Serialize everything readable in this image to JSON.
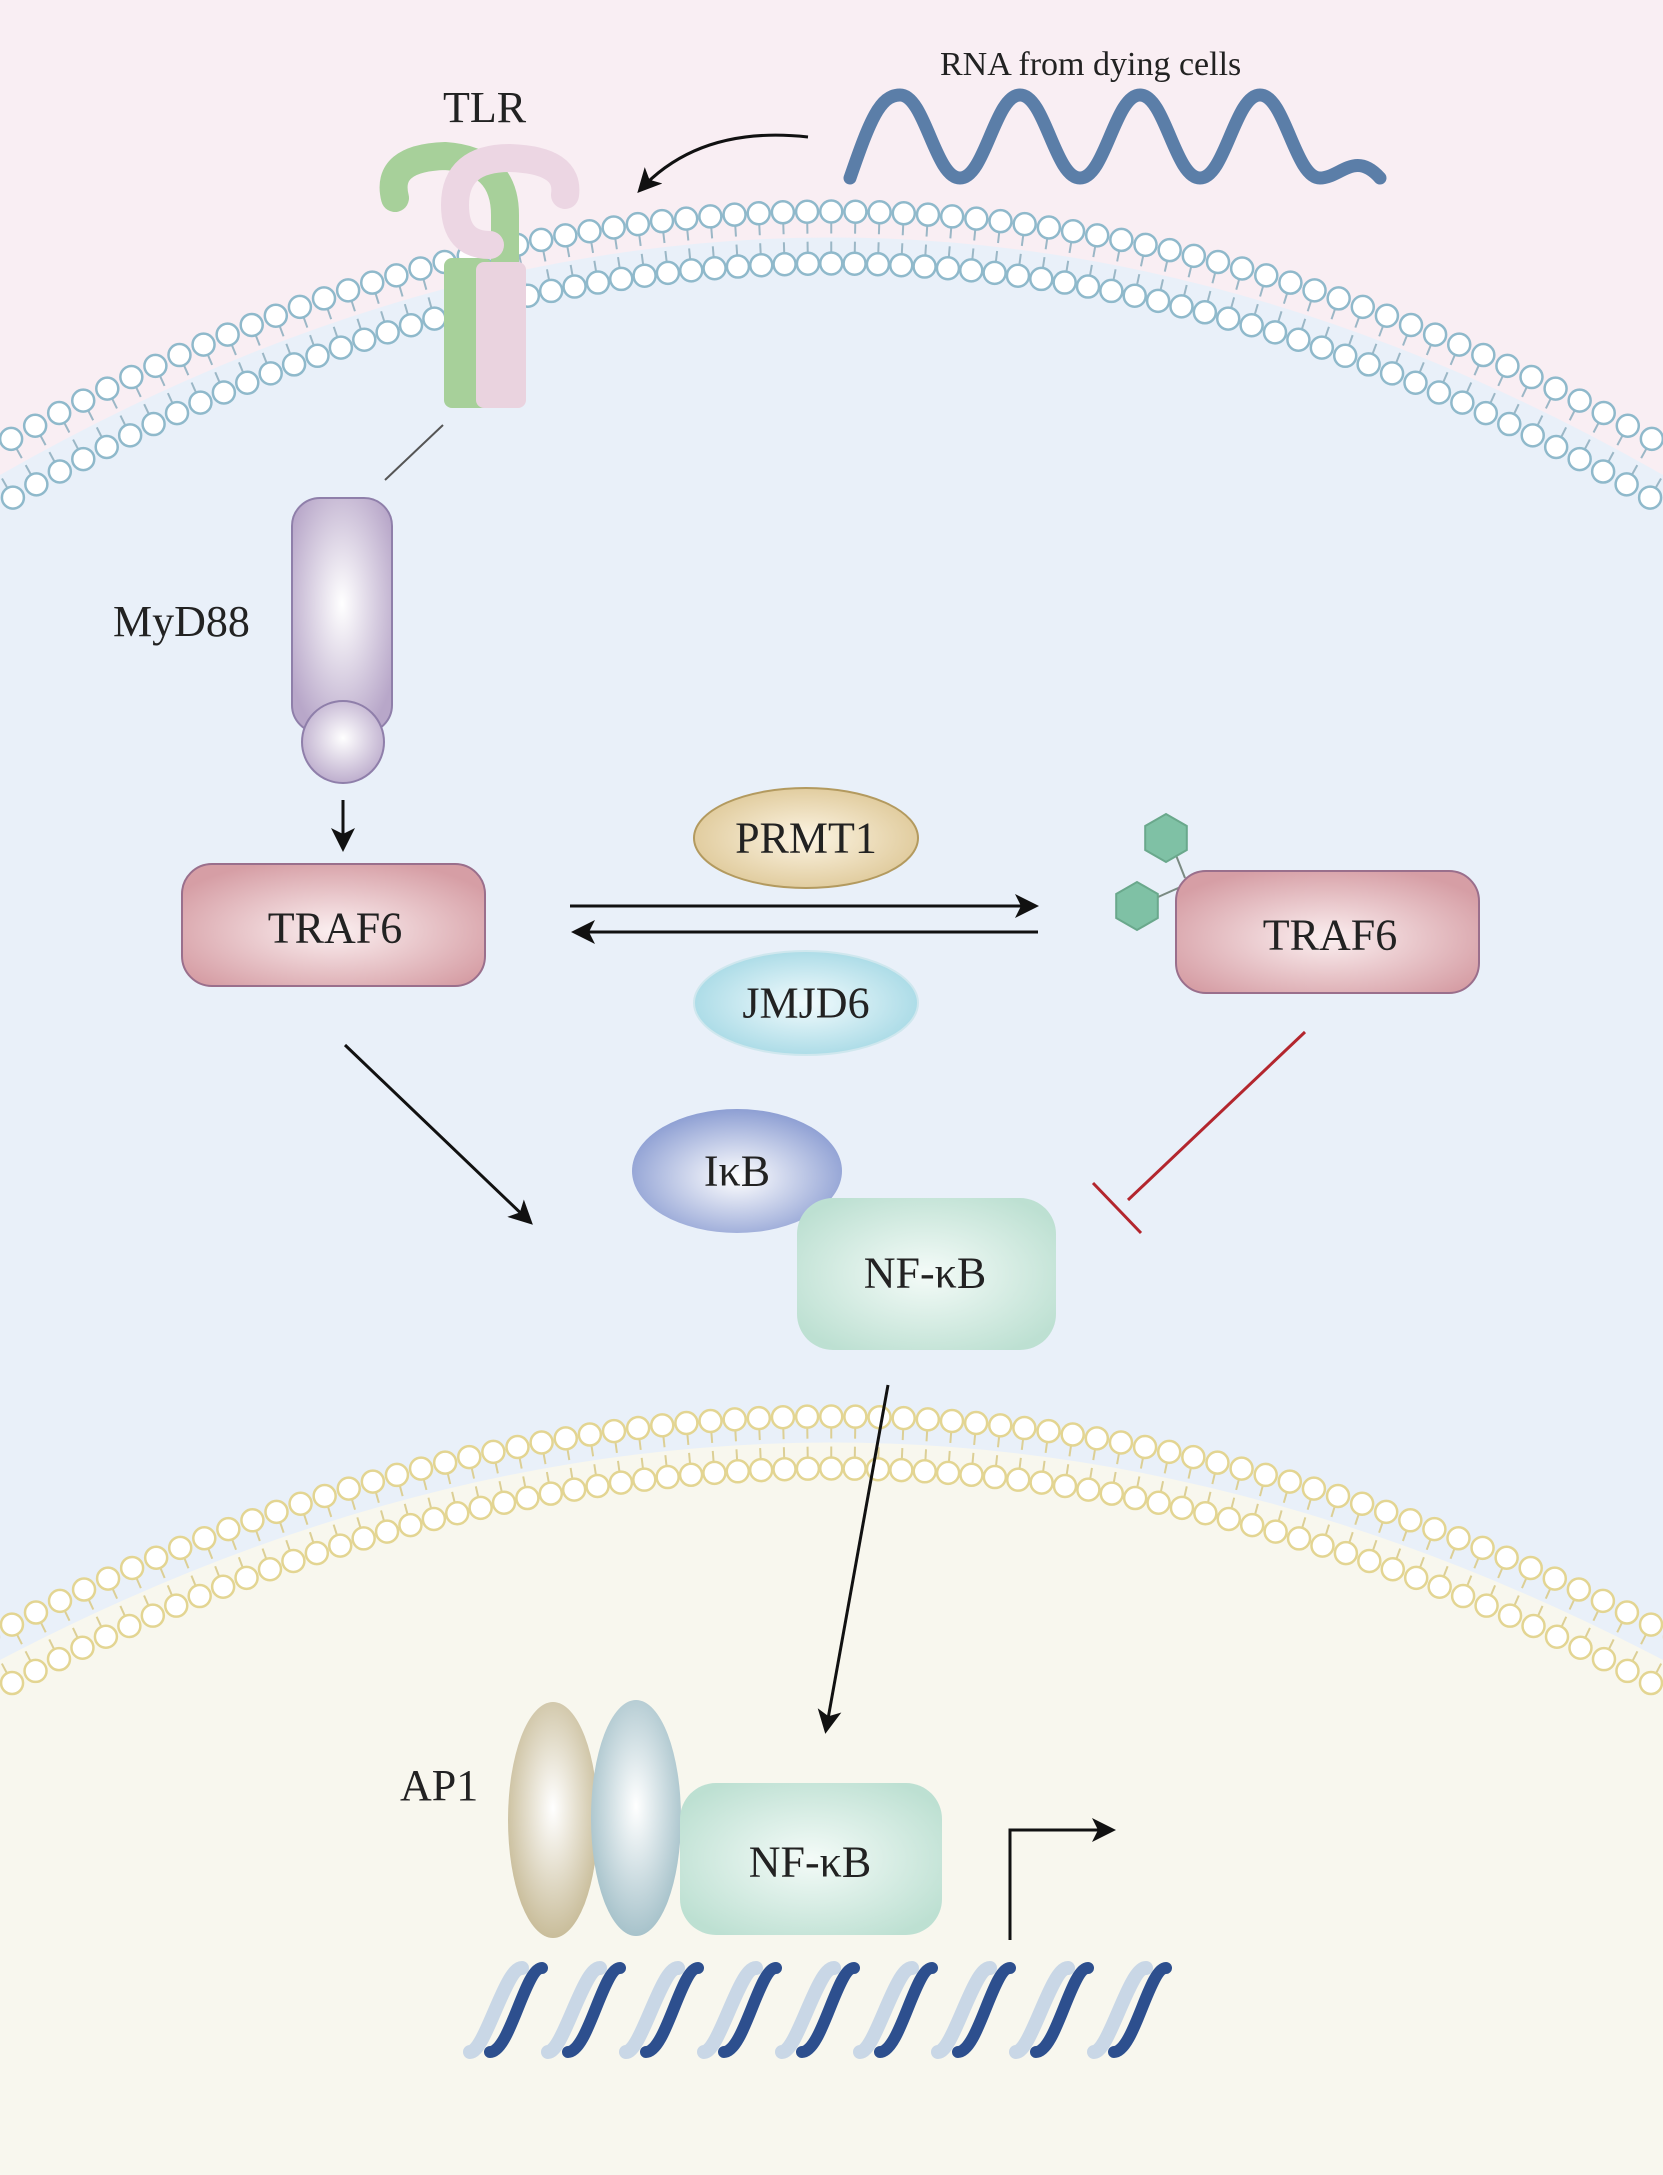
{
  "labels": {
    "rna": "RNA from dying cells",
    "tlr": "TLR",
    "myd88": "MyD88",
    "traf6_left": "TRAF6",
    "traf6_right": "TRAF6",
    "prmt1": "PRMT1",
    "jmjd6": "JMJD6",
    "ikb": "IκB",
    "nfkb_cytoplasm": "NF-κB",
    "ap1": "AP1",
    "nfkb_nucleus": "NF-κB"
  },
  "colors": {
    "extracellular": "#f9eef3",
    "cytoplasm": "#e9f0f9",
    "nucleus": "#f8f7ee",
    "rna": "#5b7ea8",
    "cell_membrane": "#8fb9cb",
    "nuclear_membrane": "#e3d592",
    "tlr_green": "#a7d09a",
    "tlr_pink": "#ecd6e3",
    "myd88": "#b8a7c9",
    "traf6": "#d9a3a9",
    "prmt1": "#e0cb9c",
    "jmjd6": "#a9dbe6",
    "ikb": "#8d9fd3",
    "nfkb": "#c3e3d6",
    "methyl_groups": "#7fc1a5",
    "inhibition": "#b3262e",
    "ap1_gold": "#c9bd96",
    "ap1_blue": "#a9c4cc",
    "dna": "#2d4f8e"
  }
}
